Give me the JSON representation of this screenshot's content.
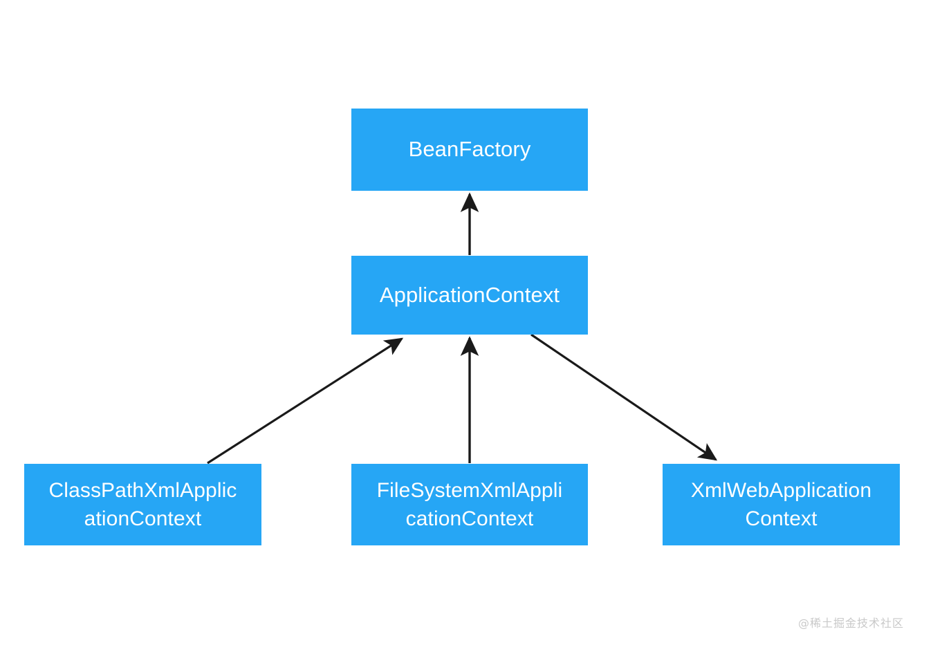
{
  "diagram": {
    "title": "Spring BeanFactory / ApplicationContext hierarchy",
    "background_color": "#ffffff",
    "node_fill_color": "#26a6f5",
    "node_text_color": "#ffffff",
    "edge_color": "#1a1a1a",
    "nodes": [
      {
        "id": "beanfactory",
        "label": "BeanFactory",
        "lines": [
          "BeanFactory"
        ],
        "level": "top"
      },
      {
        "id": "applicationcontext",
        "label": "ApplicationContext",
        "lines": [
          "ApplicationContext"
        ],
        "level": "middle"
      },
      {
        "id": "classpathxml",
        "label": "ClassPathXmlApplicationContext",
        "lines": [
          "ClassPathXmlApplic",
          "ationContext"
        ],
        "level": "bottom"
      },
      {
        "id": "filesystemxml",
        "label": "FileSystemXmlApplicationContext",
        "lines": [
          "FileSystemXmlAppli",
          "cationContext"
        ],
        "level": "bottom"
      },
      {
        "id": "xmlweb",
        "label": "XmlWebApplicationContext",
        "lines": [
          "XmlWebApplication",
          "Context"
        ],
        "level": "bottom"
      }
    ],
    "edges": [
      {
        "id": "edge-ac-to-bf",
        "from": "applicationcontext",
        "to": "beanfactory",
        "arrow": "end"
      },
      {
        "id": "edge-cpx-to-ac",
        "from": "classpathxml",
        "to": "applicationcontext",
        "arrow": "end"
      },
      {
        "id": "edge-fsx-to-ac",
        "from": "filesystemxml",
        "to": "applicationcontext",
        "arrow": "end"
      },
      {
        "id": "edge-ac-to-xmlweb",
        "from": "applicationcontext",
        "to": "xmlweb",
        "arrow": "end"
      }
    ]
  },
  "watermark": {
    "text": "@稀土掘金技术社区",
    "color": "#c9c9c9"
  }
}
